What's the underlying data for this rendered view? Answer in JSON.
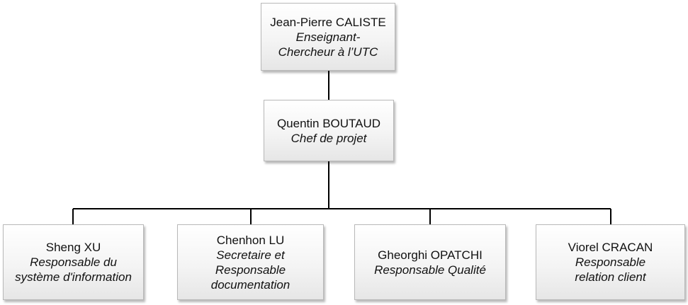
{
  "org_chart": {
    "top": {
      "name": "Jean-Pierre CALISTE",
      "role_line1": "Enseignant-",
      "role_line2": "Chercheur à l’UTC"
    },
    "manager": {
      "name": "Quentin BOUTAUD",
      "role": "Chef de projet"
    },
    "team": [
      {
        "name": "Sheng XU",
        "role_line1": "Responsable du",
        "role_line2": "système d'information",
        "role_line3": ""
      },
      {
        "name": "Chenhon LU",
        "role_line1": "Secretaire et",
        "role_line2": "Responsable",
        "role_line3": "documentation"
      },
      {
        "name": "Gheorghi OPATCHI",
        "role_line1": "Responsable Qualité",
        "role_line2": "",
        "role_line3": ""
      },
      {
        "name": "Viorel CRACAN",
        "role_line1": "Responsable",
        "role_line2": "relation client",
        "role_line3": ""
      }
    ]
  },
  "colors": {
    "connector": "#000000",
    "box_border": "#b8b8b8",
    "text": "#111111"
  }
}
